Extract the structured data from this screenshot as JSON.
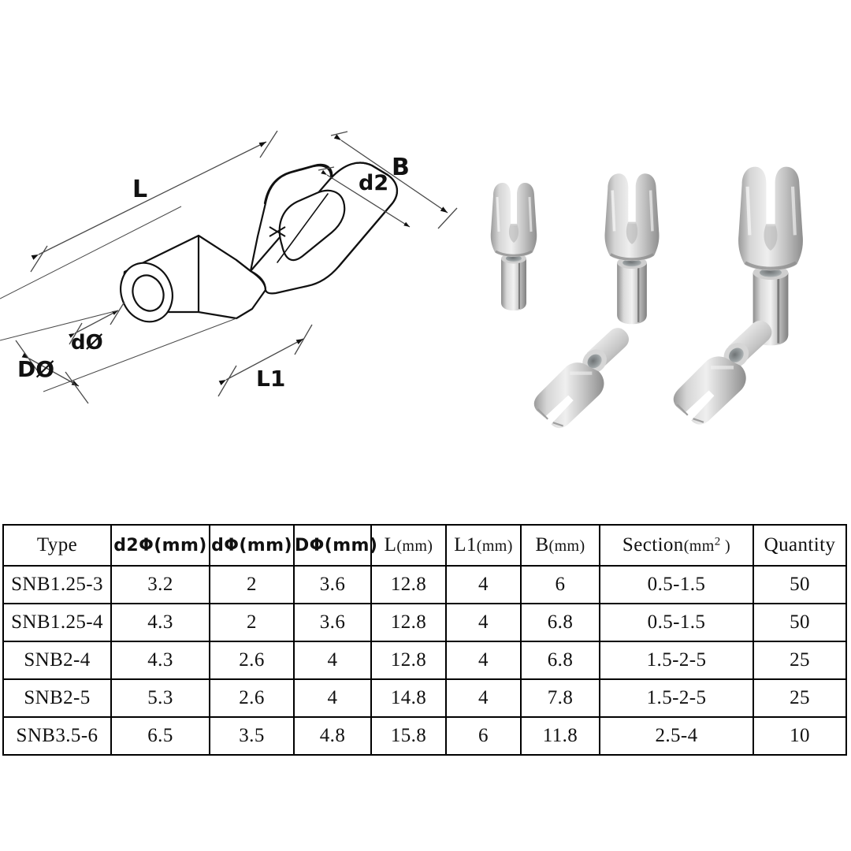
{
  "diagram": {
    "title": "spade-terminal-dimension-drawing",
    "labels": [
      {
        "id": "L",
        "text": "L"
      },
      {
        "id": "B",
        "text": "B"
      },
      {
        "id": "d2",
        "text": "d2"
      },
      {
        "id": "dO",
        "text": "dØ"
      },
      {
        "id": "DO",
        "text": "DØ"
      },
      {
        "id": "L1",
        "text": "L1"
      }
    ]
  },
  "photo": {
    "caption": "spade-terminals-product-photo",
    "metal_color": "#b9b9b9",
    "metal_light": "#e4e4e4",
    "metal_dark": "#8e8e8e",
    "items": [
      {
        "name": "terminal-small-upright"
      },
      {
        "name": "terminal-medium-upright"
      },
      {
        "name": "terminal-large-upright"
      },
      {
        "name": "terminal-tilted-left"
      },
      {
        "name": "terminal-tilted-right"
      }
    ]
  },
  "table": {
    "headers": [
      {
        "key": "type",
        "label": "Type"
      },
      {
        "key": "d2",
        "label": "d2Φ(mm)"
      },
      {
        "key": "d",
        "label": "dΦ(mm)"
      },
      {
        "key": "D",
        "label": "DΦ(mm)"
      },
      {
        "key": "L",
        "label": "L(mm)"
      },
      {
        "key": "L1",
        "label": "L1(mm)"
      },
      {
        "key": "B",
        "label": "B(mm)"
      },
      {
        "key": "section",
        "label": "Section(mm² )"
      },
      {
        "key": "quantity",
        "label": "Quantity"
      }
    ],
    "rows": [
      {
        "type": "SNB1.25-3",
        "d2": "3.2",
        "d": "2",
        "D": "3.6",
        "L": "12.8",
        "L1": "4",
        "B": "6",
        "section": "0.5-1.5",
        "quantity": "50"
      },
      {
        "type": "SNB1.25-4",
        "d2": "4.3",
        "d": "2",
        "D": "3.6",
        "L": "12.8",
        "L1": "4",
        "B": "6.8",
        "section": "0.5-1.5",
        "quantity": "50"
      },
      {
        "type": "SNB2-4",
        "d2": "4.3",
        "d": "2.6",
        "D": "4",
        "L": "12.8",
        "L1": "4",
        "B": "6.8",
        "section": "1.5-2-5",
        "quantity": "25"
      },
      {
        "type": "SNB2-5",
        "d2": "5.3",
        "d": "2.6",
        "D": "4",
        "L": "14.8",
        "L1": "4",
        "B": "7.8",
        "section": "1.5-2-5",
        "quantity": "25"
      },
      {
        "type": "SNB3.5-6",
        "d2": "6.5",
        "d": "3.5",
        "D": "4.8",
        "L": "15.8",
        "L1": "6",
        "B": "11.8",
        "section": "2.5-4",
        "quantity": "10"
      }
    ]
  },
  "colors": {
    "line": "#111111",
    "dimline": "#4a4a4a",
    "background": "#ffffff",
    "border": "#000000"
  }
}
